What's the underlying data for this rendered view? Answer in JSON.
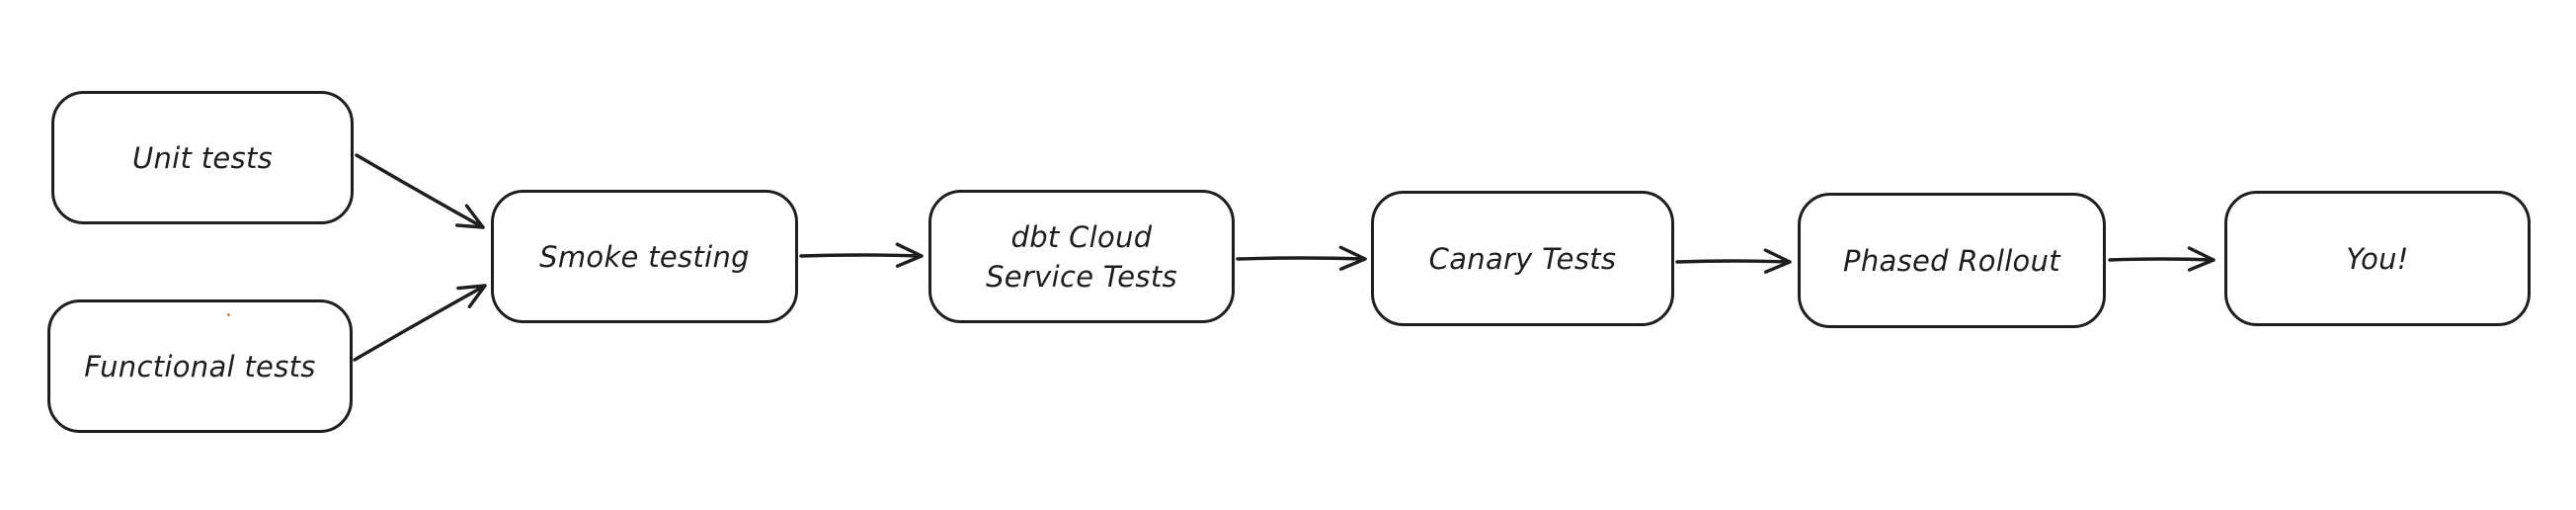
{
  "diagram": {
    "title": "deployment testing pipeline flowchart",
    "style": {
      "stroke_color": "#1e1e1e",
      "fill_color": "#ffffff",
      "background": "#ffffff"
    },
    "nodes": [
      {
        "id": "unit-tests",
        "label": "Unit tests"
      },
      {
        "id": "functional-tests",
        "label": "Functional tests"
      },
      {
        "id": "smoke-testing",
        "label": "Smoke testing"
      },
      {
        "id": "dbt-cloud-service-tests",
        "label": "dbt Cloud\nService Tests"
      },
      {
        "id": "canary-tests",
        "label": "Canary Tests"
      },
      {
        "id": "phased-rollout",
        "label": "Phased Rollout"
      },
      {
        "id": "you",
        "label": "You!"
      }
    ],
    "edges": [
      {
        "from": "unit-tests",
        "to": "smoke-testing"
      },
      {
        "from": "functional-tests",
        "to": "smoke-testing"
      },
      {
        "from": "smoke-testing",
        "to": "dbt-cloud-service-tests"
      },
      {
        "from": "dbt-cloud-service-tests",
        "to": "canary-tests"
      },
      {
        "from": "canary-tests",
        "to": "phased-rollout"
      },
      {
        "from": "phased-rollout",
        "to": "you"
      }
    ]
  }
}
